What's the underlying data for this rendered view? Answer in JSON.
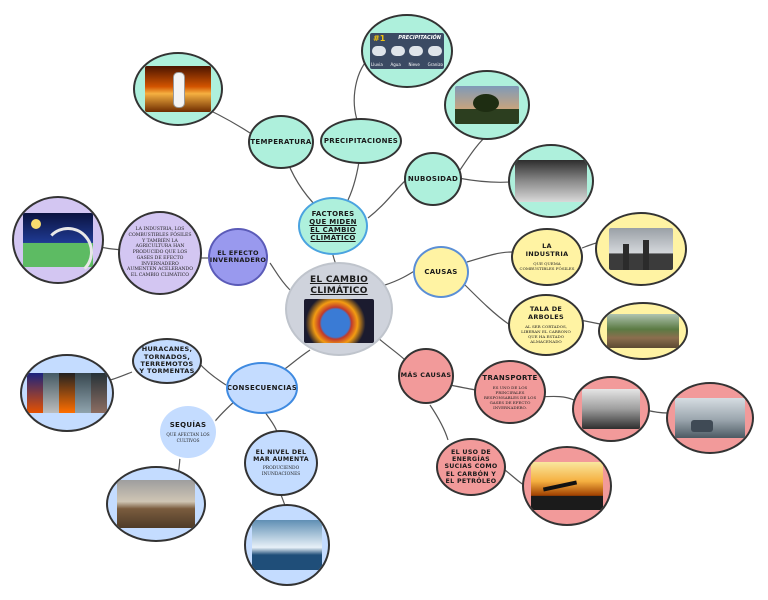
{
  "central": {
    "title": "EL CAMBIO CLIMÁTICO"
  },
  "factores": {
    "line1": "FACTORES",
    "line2": "QUE MIDEN",
    "line3": "EL CAMBIO",
    "line4": "CLIMÁTICO"
  },
  "temperatura": {
    "label": "TEMPERATURA"
  },
  "precipitaciones": {
    "label": "PRECIPITACIONES"
  },
  "precip_widget": {
    "number": "#1",
    "title": "PRECIPITACIÓN",
    "labels": [
      "Lluvia",
      "Agua",
      "Nieve",
      "Granizo"
    ]
  },
  "nubosidad": {
    "label": "NUBOSIDAD"
  },
  "efecto": {
    "label": "EL EFECTO INVERNADERO",
    "description": "La industria, los combustibles fósiles y también la agricultura han producido que los gases de efecto invernadero aumenten acelerando el cambio climático"
  },
  "causas": {
    "label": "CAUSAS"
  },
  "industria": {
    "label": "LA INDUSTRIA",
    "desc": "que quema combustibles fósiles"
  },
  "tala": {
    "label": "TALA DE ARBOLES",
    "desc": "al ser cortados, liberan el carbono que ha estado almacenado"
  },
  "mas_causas": {
    "label": "MÁS CAUSAS"
  },
  "transporte": {
    "label": "TRANSPORTE",
    "desc": "es uno de los principales responsables de los gases de efecto invernadero."
  },
  "uso": {
    "label": "EL USO DE ENERGÍAS SUCIAS COMO EL CARBÓN Y EL PETRÓLEO"
  },
  "consecuencias": {
    "label": "CONSECUENCIAS"
  },
  "huracanes": {
    "label": "HURACANES, TORNADOS, TERREMOTOS Y TORMENTAS"
  },
  "sequias": {
    "label": "SEQUÍAS",
    "desc": "que afectan los cultivos"
  },
  "mar": {
    "label": "EL NIVEL DEL MAR AUMENTA",
    "desc": "Produciendo inundaciones"
  },
  "colors": {
    "cyan": "#aef0dc",
    "blue": "#c4dcff",
    "yellow": "#fff3a3",
    "red": "#f29a9a",
    "violet": "#9999ee",
    "purple": "#d3c6f2",
    "central": "#cfd3dc"
  }
}
